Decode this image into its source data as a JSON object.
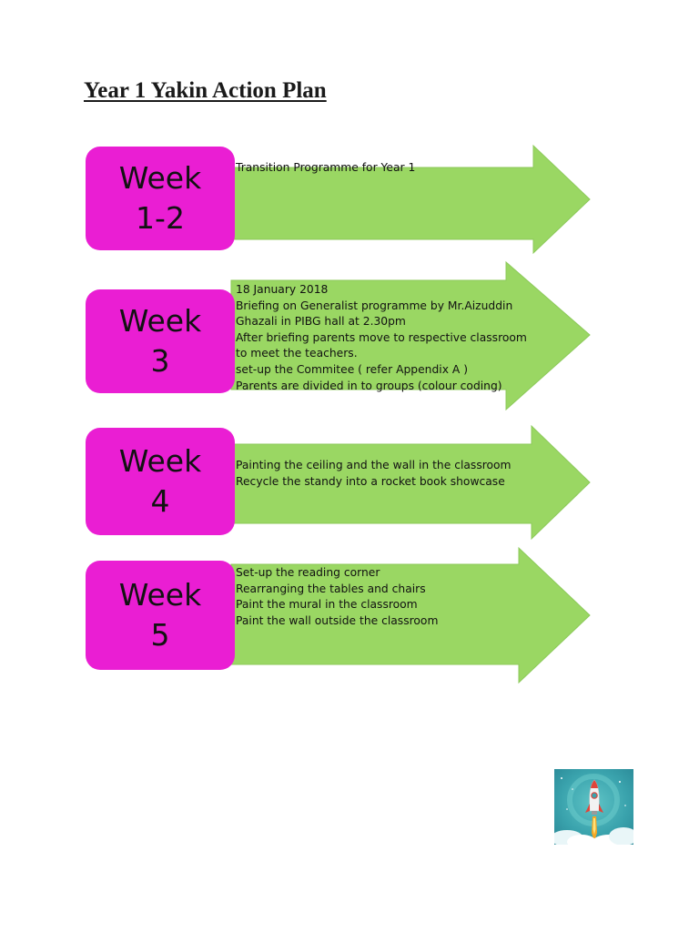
{
  "document": {
    "title": "Year 1 Yakin Action Plan"
  },
  "weeks": [
    {
      "word": "Week",
      "number": "1-2",
      "lines": [
        "Transition Programme for Year 1"
      ]
    },
    {
      "word": "Week",
      "number": "3",
      "lines": [
        "18 January 2018",
        "Briefing on Generalist programme by Mr.Aizuddin Ghazali in PIBG hall at 2.30pm",
        "After briefing parents move to respective classroom to meet the teachers.",
        "set-up the Commitee ( refer Appendix A )",
        "Parents are divided in to groups (colour coding)"
      ]
    },
    {
      "word": "Week",
      "number": "4",
      "lines": [
        "Painting the ceiling and the wall in the classroom",
        "Recycle the standy into a rocket book showcase"
      ]
    },
    {
      "word": "Week",
      "number": "5",
      "lines": [
        "Set-up the reading corner",
        "Rearranging the tables and chairs",
        "Paint the mural in the classroom",
        "Paint the wall outside the classroom"
      ]
    }
  ],
  "colors": {
    "week_box": "#ea1ed3",
    "arrow": "#9ad763",
    "arrow_outline": "#8cc95a"
  },
  "image": {
    "icon": "rocket-launch-icon"
  }
}
